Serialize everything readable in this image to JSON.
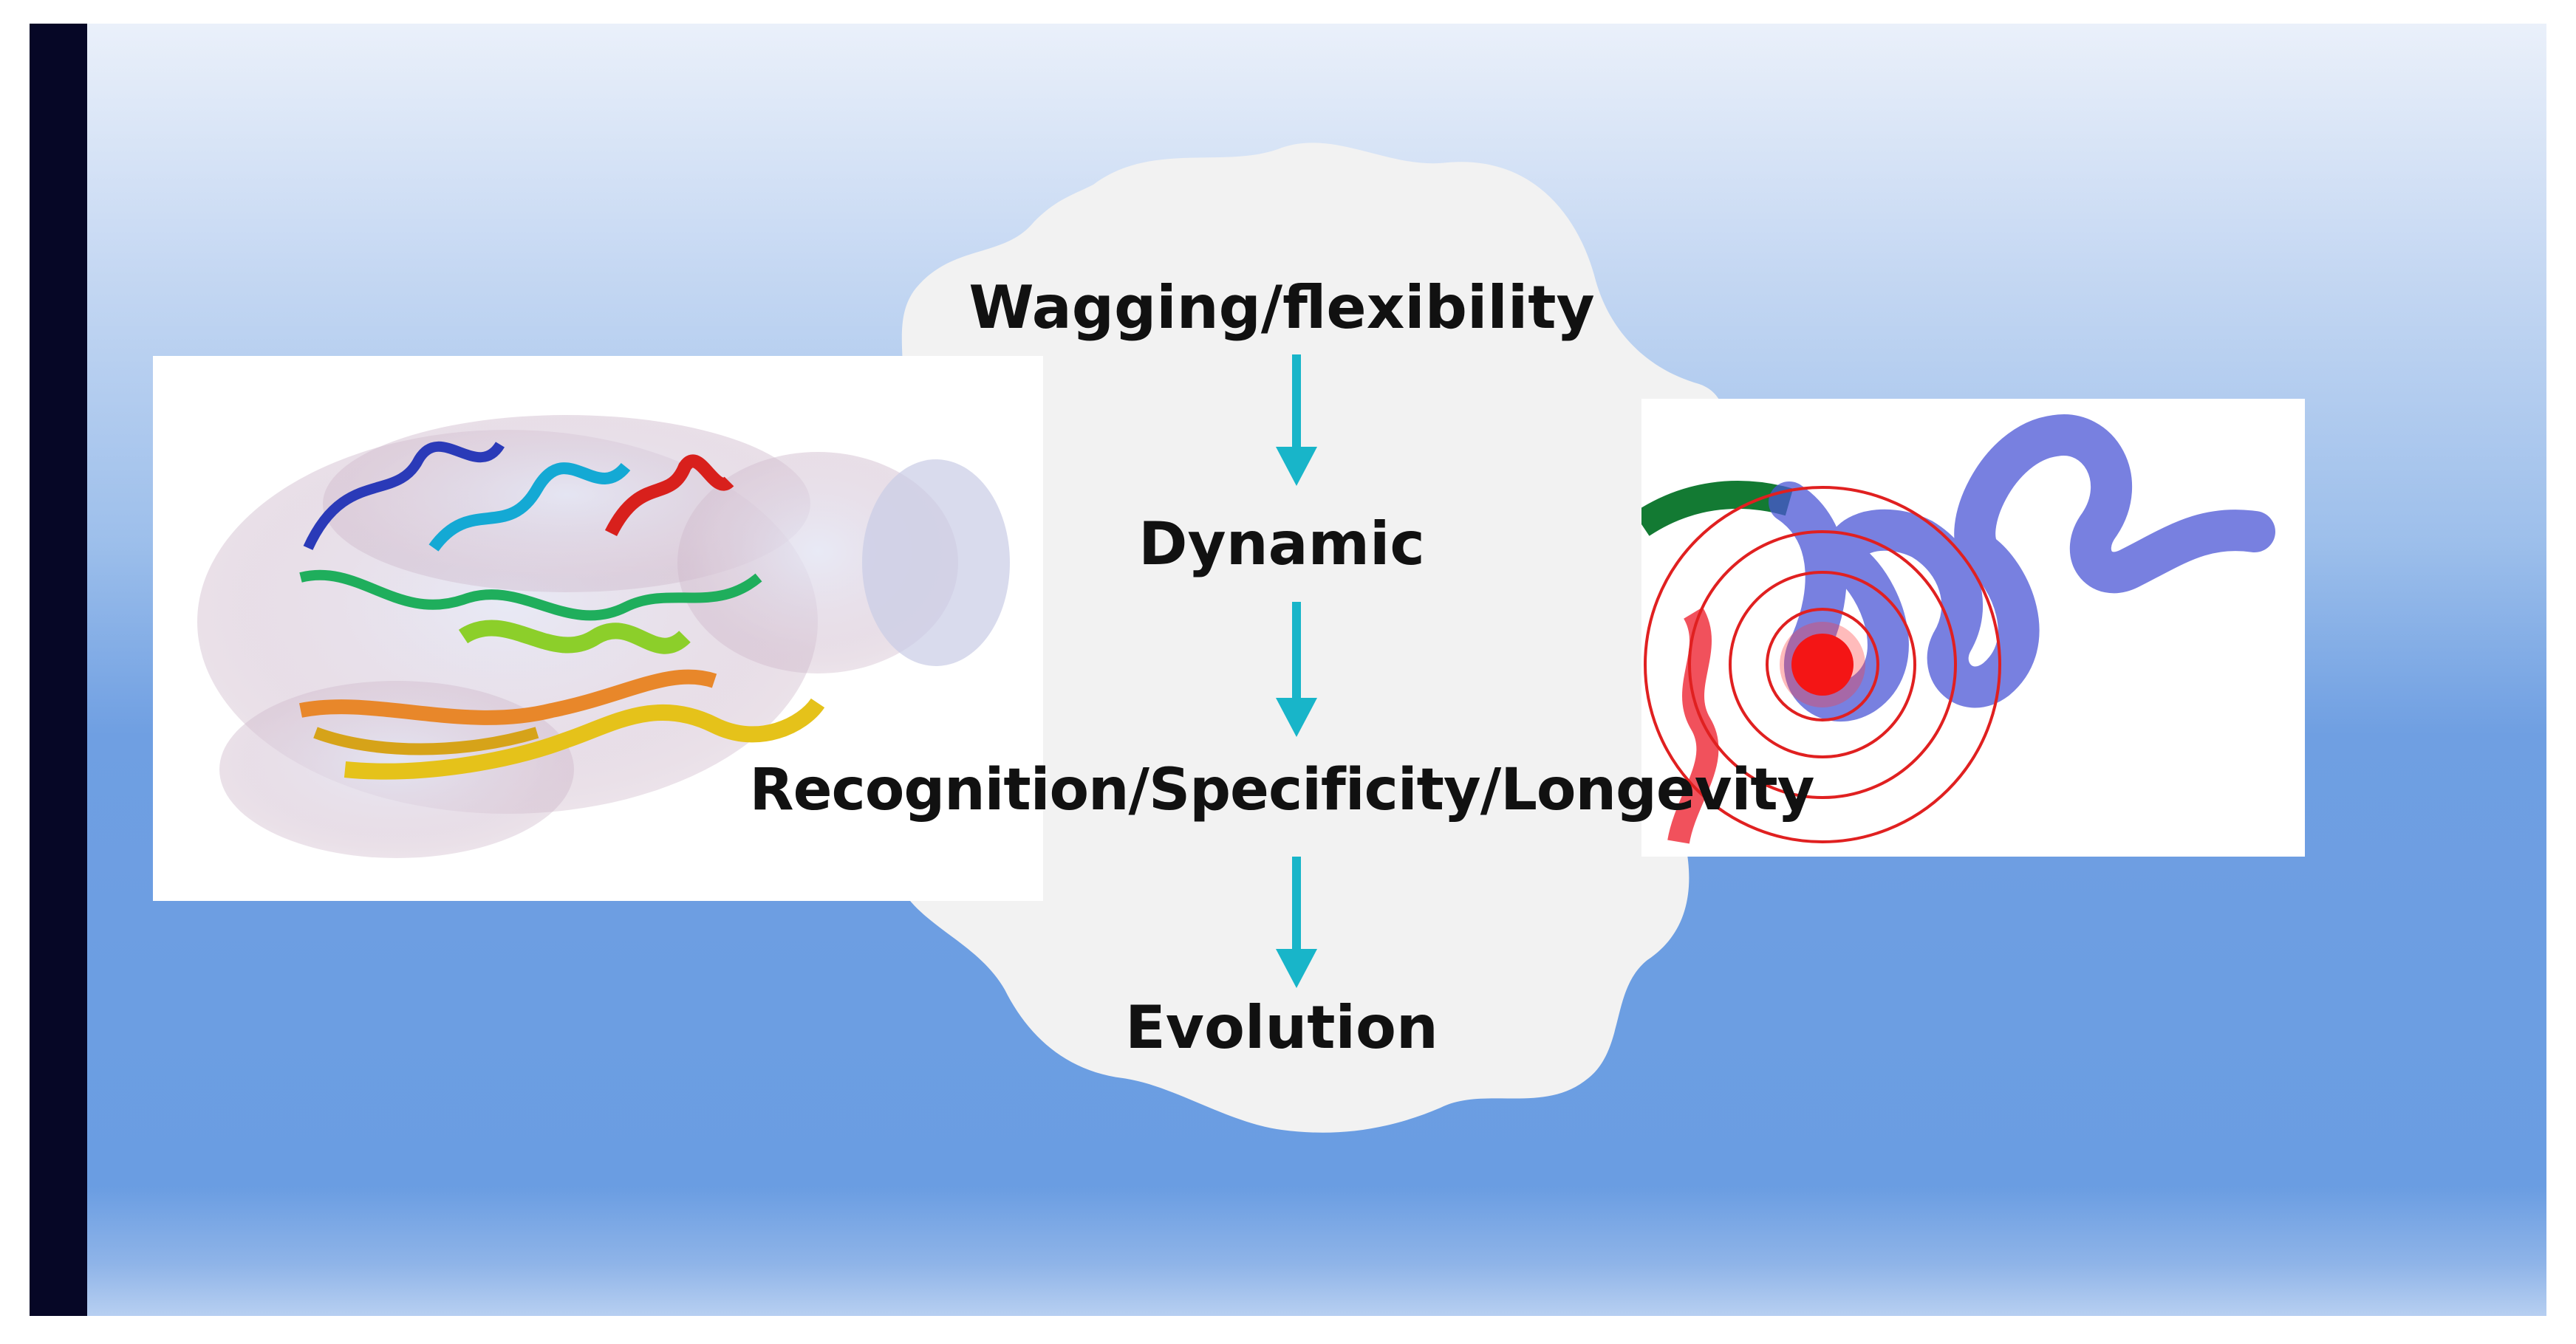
{
  "diagram": {
    "steps": [
      {
        "label": "Wagging/flexibility"
      },
      {
        "label": "Dynamic"
      },
      {
        "label": "Recognition/Specificity/Longevity"
      },
      {
        "label": "Evolution"
      }
    ],
    "images": {
      "left": "protein-structure-ribbon-with-surface-spheres",
      "right": "disordered-chain-with-red-target-rings"
    },
    "colors": {
      "arrow": "#18b5c9",
      "cloud": "#f2f2f2",
      "accent_bar": "#060726",
      "background_top": "#eaf0fa",
      "background_bottom": "#6a9de2"
    }
  }
}
